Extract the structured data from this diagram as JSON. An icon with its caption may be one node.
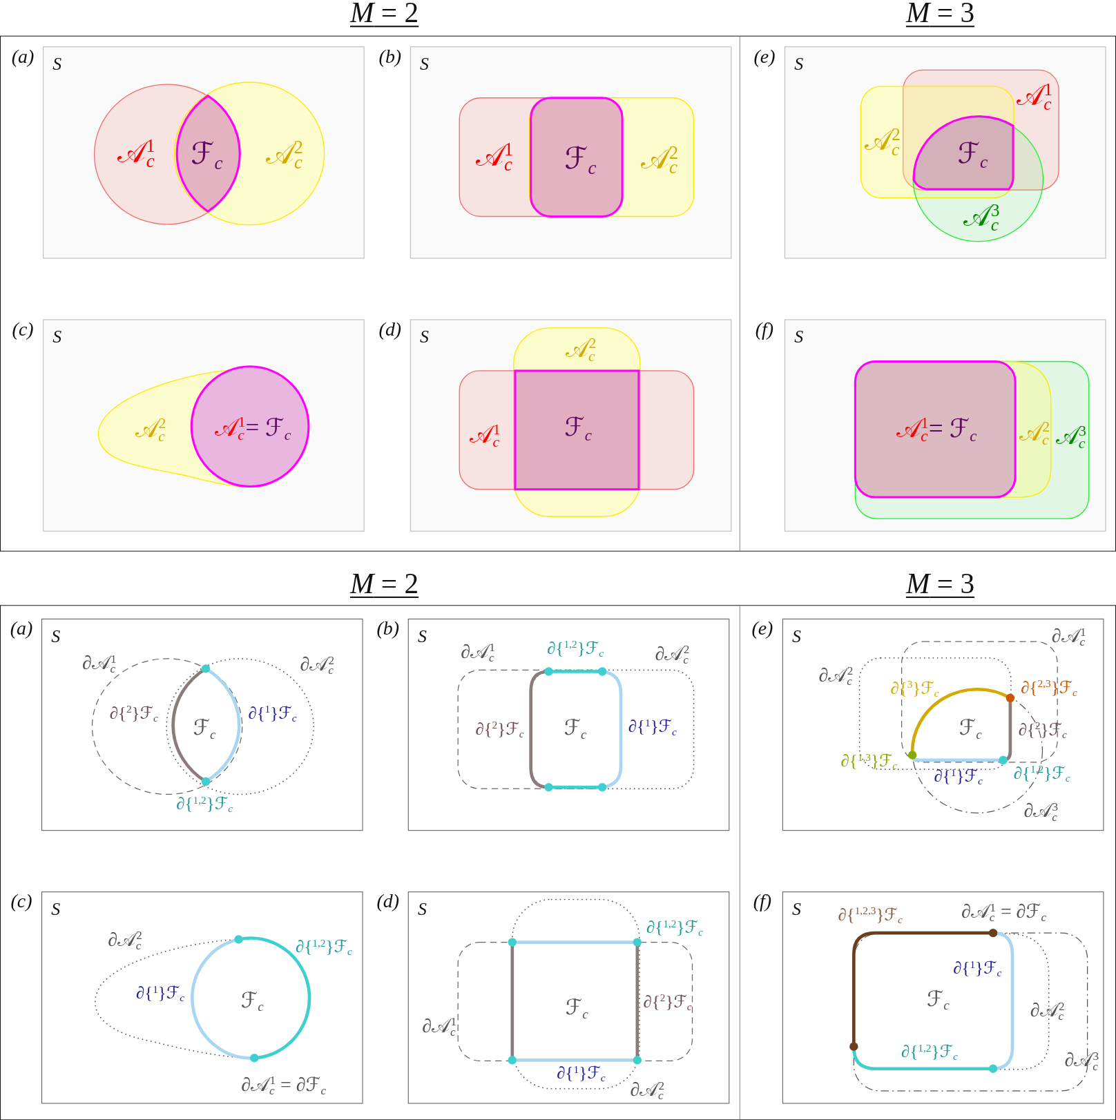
{
  "diagram": {
    "nodes": [
      {
        "text": [
          "S"
        ],
        "beside": [
          "(a)"
        ]
      },
      {
        "text": [
          "𝒜$_{c}$$^{1}$"
        ],
        "in": 0
      },
      {
        "text": [
          "ℱ$_{c}$"
        ]
      },
      {
        "text": [
          "𝒜$_{c}$$^{2}$"
        ],
        "in": 0
      },
      {
        "text": [
          "S"
        ],
        "beside": [
          "(b)"
        ]
      },
      {
        "text": [
          "𝒜$_{c}$$^{1}$"
        ],
        "in": 4
      },
      {
        "text": [
          "ℱ$_{c}$"
        ]
      },
      {
        "text": [
          "𝒜$_{c}$$^{2}$"
        ],
        "in": 4
      },
      {
        "text": [
          "S"
        ],
        "beside": [
          "(e)"
        ]
      },
      {
        "text": [
          "𝒜$_{c}$$^{1}$"
        ],
        "in": 8
      },
      {
        "text": [
          "𝒜$_{c}$$^{2}$"
        ],
        "in": 8
      },
      {
        "text": [
          "ℱ$_{c}$"
        ]
      },
      {
        "text": [
          "𝒜$_{c}$$^{3}$"
        ],
        "in": 8
      },
      {
        "text": [
          "S"
        ],
        "beside": [
          "(c)"
        ]
      },
      {
        "text": [
          "𝒜$_{c}$$^{2}$"
        ],
        "in": 13
      },
      {
        "text": [
          "𝒜$_{c}$$^{1}$= ℱ$_{c}$"
        ],
        "in": 13
      },
      {
        "text": [
          "S"
        ],
        "beside": [
          "(d)"
        ]
      },
      {
        "text": [
          "𝒜$_{c}$$^{2}$"
        ],
        "in": 16
      },
      {
        "text": [
          "𝒜$_{c}$$^{1}$"
        ],
        "in": 16
      },
      {
        "text": [
          "ℱ$_{c}$"
        ]
      },
      {
        "text": [
          "S"
        ],
        "beside": [
          "(f)"
        ]
      },
      {
        "text": [
          "𝒜$_{c}$$^{3}$"
        ],
        "in": 20
      },
      {
        "text": [
          "𝒜$_{c}$$^{2}$"
        ],
        "in": 21
      },
      {
        "text": [
          "𝒜$_{c}$$^{1}$= ℱ$_{c}$"
        ],
        "in": 22
      },
      {
        "text": [
          "S"
        ],
        "beside": [
          "(a)"
        ]
      },
      {
        "text": [
          "∂𝒜$_{c}$$^{1}$"
        ],
        "in": 24
      },
      {
        "text": [
          "∂𝒜$_{c}$$^{2}$"
        ],
        "in": 24
      },
      {
        "text": [
          "ℱ$_{c}$"
        ]
      },
      {
        "text": [
          "S"
        ],
        "beside": [
          "(b)"
        ]
      },
      {
        "text": [
          "∂𝒜$_{c}$$^{1}$"
        ],
        "in": 28
      },
      {
        "text": [
          "∂𝒜$_{c}$$^{2}$"
        ],
        "in": 28
      },
      {
        "text": [
          "ℱ$_{c}$"
        ]
      },
      {
        "text": [
          "S"
        ],
        "beside": [
          "(e)"
        ]
      },
      {
        "text": [
          "∂𝒜$_{c}$$^{1}$"
        ],
        "in": 32
      },
      {
        "text": [
          "∂𝒜$_{c}$$^{2}$"
        ],
        "in": 32
      },
      {
        "text": [
          "ℱ$_{c}$"
        ]
      },
      {
        "text": [
          "∂𝒜$_{c}$$^{3}$"
        ],
        "in": 32
      },
      {
        "text": [
          "S"
        ],
        "beside": [
          "(c)"
        ]
      },
      {
        "text": [
          "∂𝒜$_{c}$$^{2}$"
        ],
        "in": 37
      },
      {
        "text": [
          "ℱ$_{c}$"
        ],
        "in": 37,
        "beside": [
          "∂𝒜$_{c}$$^{1}$ = ∂ℱ$_{c}$"
        ]
      },
      {
        "text": [
          "S"
        ],
        "beside": [
          "(d)"
        ]
      },
      {
        "text": [
          "∂𝒜$_{c}$$^{1}$"
        ],
        "in": 40
      },
      {
        "text": [
          "∂𝒜$_{c}$$^{2}$"
        ],
        "in": 40
      },
      {
        "text": [
          "ℱ$_{c}$"
        ]
      },
      {
        "text": [
          "S"
        ],
        "beside": [
          "(f)"
        ]
      },
      {
        "text": [
          "∂𝒜$_{c}$$^{3}$"
        ],
        "in": 44
      },
      {
        "text": [
          "∂𝒜$_{c}$$^{2}$"
        ],
        "in": 45
      },
      {
        "text": [
          "∂{$^{1}$}ℱ$_{c}$",
          "ℱ$_{c}$",
          "∂{$^{1,2}$}ℱ$_{c}$"
        ],
        "in": 46,
        "beside": [
          "∂{$^{1,2,3}$}ℱ$_{c}$",
          "∂𝒜$_{c}$$^{1}$ = ∂ℱ$_{c}$"
        ]
      }
    ],
    "labels": [
      "*M* = 2",
      "*M* = 3",
      "*M* = 2",
      "*M* = 3",
      "∂{$^{2}$}ℱ$_{c}$",
      "∂{$^{1}$}ℱ$_{c}$",
      "∂{$^{1,2}$}ℱ$_{c}$",
      "∂{$^{1,2}$}ℱ$_{c}$",
      "∂{$^{2}$}ℱ$_{c}$",
      "∂{$^{1}$}ℱ$_{c}$",
      "∂{$^{3}$}ℱ$_{c}$",
      "∂{$^{2,3}$}ℱ$_{c}$",
      "∂{$^{2}$}ℱ$_{c}$",
      "∂{$^{1,3}$}ℱ$_{c}$",
      "∂{$^{1}$}ℱ$_{c}$",
      "∂{$^{1,2}$}ℱ$_{c}$",
      "∂{$^{1,2}$}ℱ$_{c}$",
      "∂{$^{1}$}ℱ$_{c}$",
      "∂{$^{1,2}$}ℱ$_{c}$",
      "∂{$^{2}$}ℱ$_{c}$",
      "∂{$^{1}$}ℱ$_{c}$"
    ]
  }
}
